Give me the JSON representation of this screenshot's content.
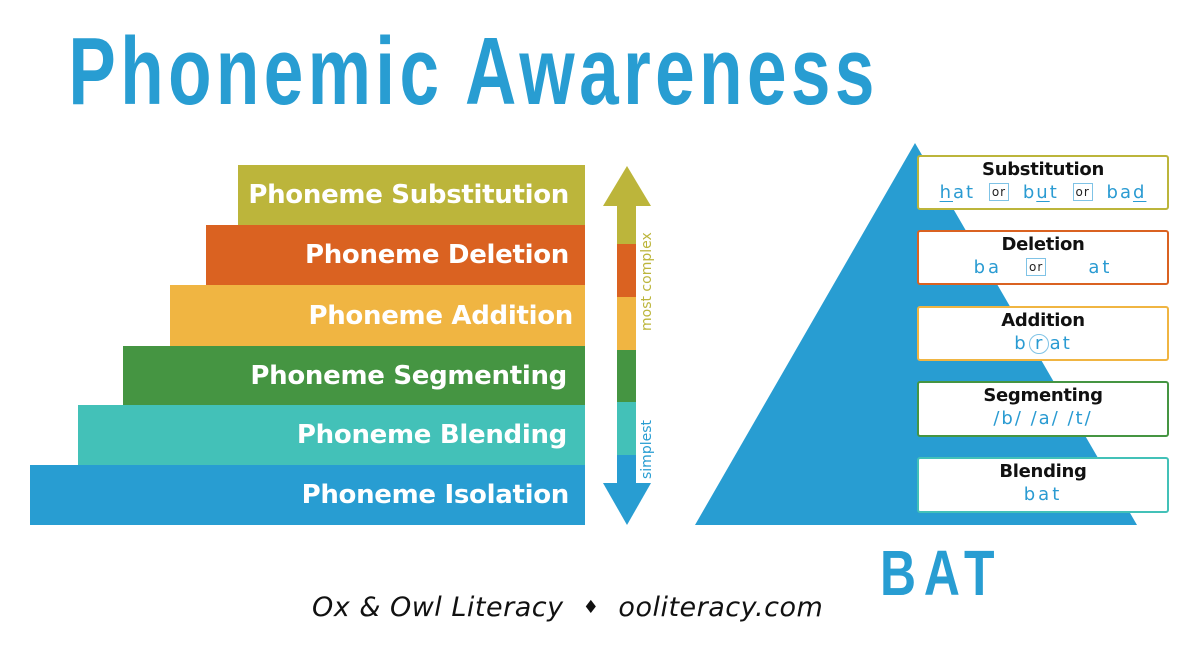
{
  "title": "Phonemic Awareness",
  "colors": {
    "blue": "#289dd2",
    "teal": "#43c1b8",
    "green": "#459542",
    "yellow": "#f0b542",
    "orange": "#da6221",
    "olive": "#bcb53b"
  },
  "staircase": {
    "bars": [
      {
        "label": "Phoneme Substitution",
        "color": "#bcb53b"
      },
      {
        "label": "Phoneme Deletion",
        "color": "#da6221"
      },
      {
        "label": "Phoneme Addition",
        "color": "#f0b542"
      },
      {
        "label": "Phoneme Segmenting",
        "color": "#459542"
      },
      {
        "label": "Phoneme Blending",
        "color": "#43c1b8"
      },
      {
        "label": "Phoneme Isolation",
        "color": "#289dd2"
      }
    ]
  },
  "arrow": {
    "top_label": "most complex",
    "bottom_label": "simplest"
  },
  "pyramid": {
    "word": "BAT",
    "boxes": [
      {
        "title": "Substitution",
        "border": "#bcb53b",
        "examples": {
          "w1_ul": "h",
          "w1_rest": "at",
          "or1": "or",
          "w2_pre": "b",
          "w2_ul": "u",
          "w2_post": "t",
          "or2": "or",
          "w3_pre": "ba",
          "w3_ul": "d"
        }
      },
      {
        "title": "Deletion",
        "border": "#da6221",
        "examples": {
          "left": "ba",
          "or": "or",
          "right": "at"
        }
      },
      {
        "title": "Addition",
        "border": "#f0b542",
        "examples": {
          "pre": "b",
          "added": "r",
          "post": "at"
        }
      },
      {
        "title": "Segmenting",
        "border": "#459542",
        "examples": {
          "text": "/b/ /a/ /t/"
        }
      },
      {
        "title": "Blending",
        "border": "#43c1b8",
        "examples": {
          "text": "bat"
        }
      }
    ]
  },
  "footer": {
    "brand": "Ox & Owl Literacy",
    "separator": "♦",
    "website": "ooliteracy.com"
  }
}
